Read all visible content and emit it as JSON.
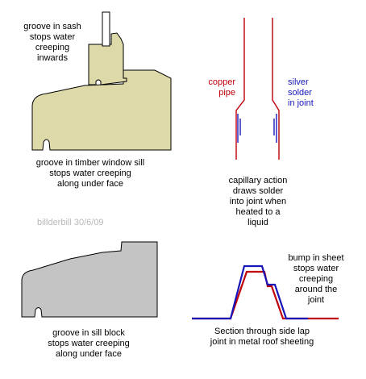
{
  "labels": {
    "sash_groove": "groove in sash\nstops water\ncreeping\ninwards",
    "sill_groove": "groove in timber window sill\nstops water creeping\nalong under face",
    "copper_pipe": "copper\npipe",
    "silver_solder": "silver\nsolder\nin joint",
    "capillary": "capillary action\ndraws solder\ninto joint when\nheated to a\nliquid",
    "credit": "billderbill 30/6/09",
    "block_groove": "groove in sill block\nstops water creeping\nalong under face",
    "bump_sheet": "bump in sheet\nstops water\ncreeping\naround the\njoint",
    "section_lap": "Section through side lap\njoint in metal roof sheeting"
  },
  "colors": {
    "timber": "#ddd9a8",
    "stone": "#c4c4c4",
    "outline": "#000000",
    "copper": "#c0000a",
    "solder": "#1616b8"
  }
}
